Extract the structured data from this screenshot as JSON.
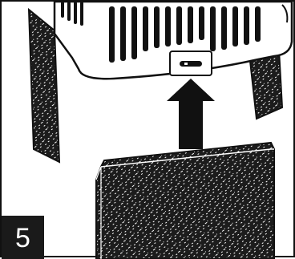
{
  "step": {
    "number": "5"
  },
  "illustration": {
    "subject": "humidifier-base-with-slotted-housing",
    "action": "insert-filter-upward",
    "parts": [
      "left-filter-panel",
      "right-filter-panel",
      "humidifier-housing",
      "release-latch",
      "up-arrow",
      "replacement-filter"
    ]
  },
  "colors": {
    "line": "#111111",
    "fill": "#ffffff",
    "filter": "#1c1c1c",
    "speckle": "#ffffff",
    "badge": "#1a1a1a",
    "badge_text": "#ffffff"
  }
}
